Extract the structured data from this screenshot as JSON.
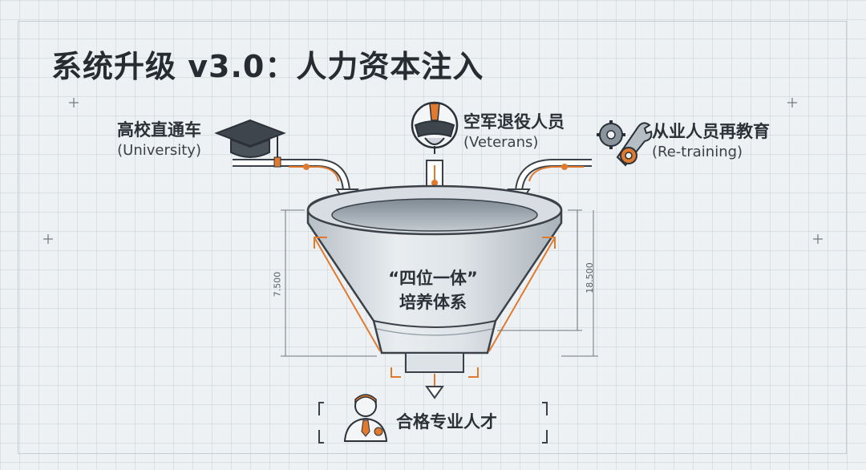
{
  "title": "系统升级 v3.0：人力资本注入",
  "inputs": {
    "university": {
      "zh": "高校直通车",
      "en": "(University)"
    },
    "veterans": {
      "zh": "空军退役人员",
      "en": "(Veterans)"
    },
    "retraining": {
      "zh": "从业人员再教育",
      "en": "(Re-training)"
    }
  },
  "funnel": {
    "line1": "“四位一体”",
    "line2": "培养体系"
  },
  "output": {
    "label": "合格专业人才"
  },
  "dimensions": {
    "left": "7.500",
    "right": "18.500"
  },
  "icons": {
    "university": "graduation-cap-icon",
    "veterans": "pilot-helmet-icon",
    "retraining": "gear-wrench-icon",
    "output": "professional-person-icon"
  },
  "colors": {
    "accent": "#e07a2f",
    "line": "#3a4148",
    "funnel": "#c9d0d6"
  }
}
